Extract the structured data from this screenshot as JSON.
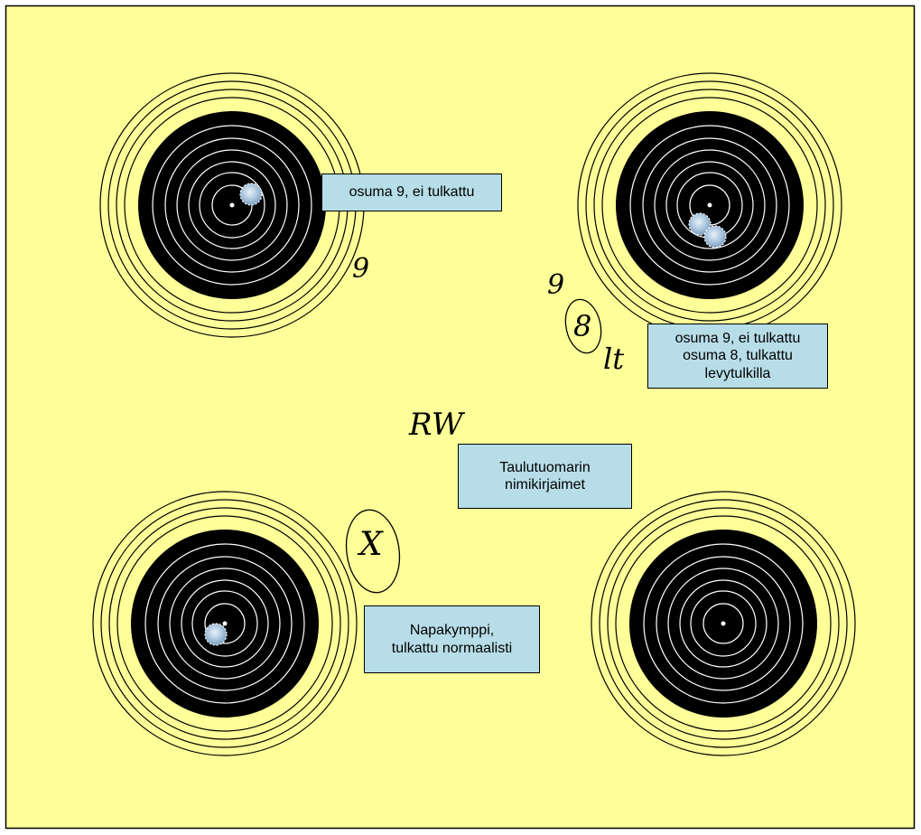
{
  "colors": {
    "background": "#ffff99",
    "border": "#000000",
    "target_black": "#000000",
    "ring_line": "#000000",
    "inner_ring_line": "#ffffff",
    "label_fill": "#b7dde8"
  },
  "targets": [
    {
      "id": "top-left",
      "holes": [
        {
          "shot_value": 9
        }
      ]
    },
    {
      "id": "top-right",
      "holes": [
        {
          "shot_value": 9
        },
        {
          "shot_value": 8
        }
      ]
    },
    {
      "id": "bottom-left",
      "holes": [
        {
          "shot_value": 10
        }
      ]
    },
    {
      "id": "bottom-right",
      "holes": []
    }
  ],
  "handwriting": {
    "top_left_score": "9",
    "top_right_score_9": "9",
    "top_right_score_8": "8",
    "top_right_lt": "lt",
    "initials": "RW",
    "x_mark": "X"
  },
  "labels": {
    "hit_9_not_gauged": "osuma 9, ei tulkattu",
    "top_right_lines": [
      "osuma 9, ei tulkattu",
      "osuma 8, tulkattu",
      "levytulkilla"
    ],
    "referee_lines": [
      "Taulutuomarin",
      "nimikirjaimet"
    ],
    "bullseye_lines": [
      "Napakymppi,",
      "tulkattu normaalisti"
    ]
  }
}
